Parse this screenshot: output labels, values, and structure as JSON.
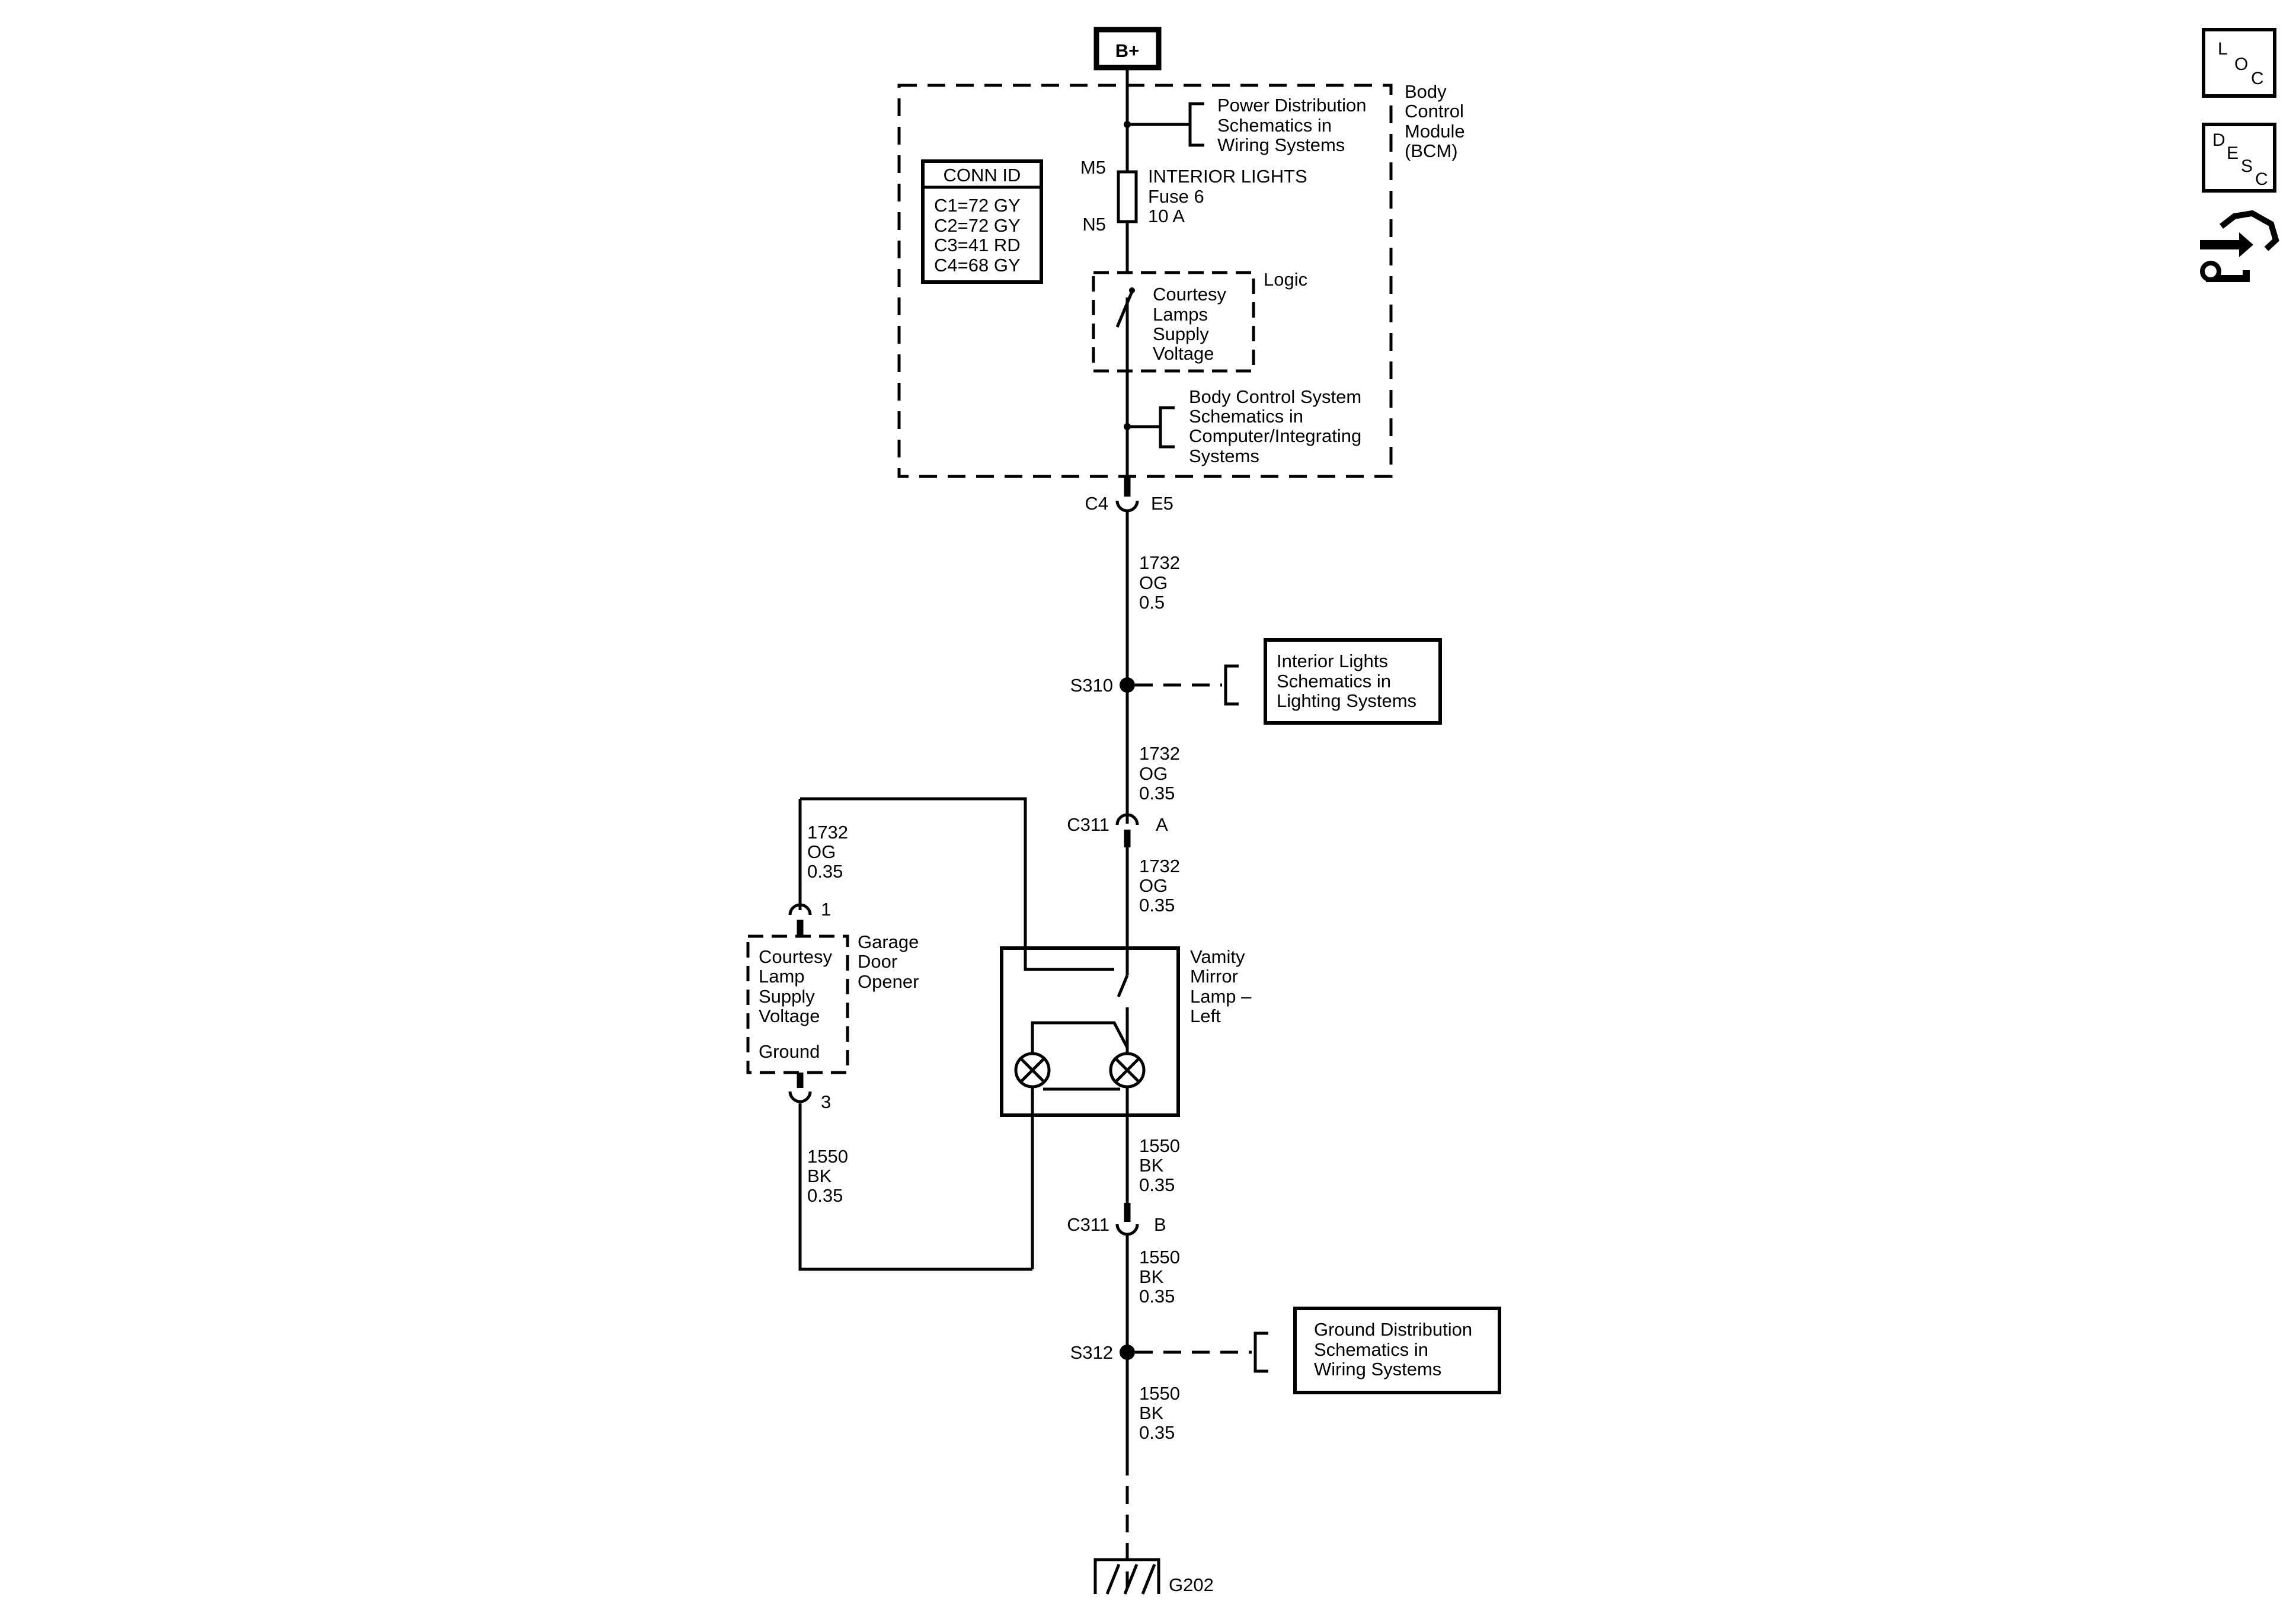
{
  "power": {
    "label": "B+"
  },
  "bcm": {
    "name_lines": [
      "Body",
      "Control",
      "Module",
      "(BCM)"
    ],
    "power_ref_lines": [
      "Power Distribution",
      "Schematics in",
      "Wiring Systems"
    ],
    "conn_id": {
      "title": "CONN ID",
      "rows": [
        "C1=72 GY",
        "C2=72 GY",
        "C3=41 RD",
        "C4=68 GY"
      ]
    },
    "fuse": {
      "pin_in": "M5",
      "pin_out": "N5",
      "lines": [
        "INTERIOR LIGHTS",
        "Fuse 6",
        "10 A"
      ]
    },
    "logic": {
      "label": "Logic",
      "lines": [
        "Courtesy",
        "Lamps",
        "Supply",
        "Voltage"
      ]
    },
    "bcs_ref_lines": [
      "Body Control System",
      "Schematics in",
      "Computer/Integrating",
      "Systems"
    ],
    "connector": {
      "left": "C4",
      "right": "E5"
    }
  },
  "wires": {
    "w1": [
      "1732",
      "OG",
      "0.5"
    ],
    "w2": [
      "1732",
      "OG",
      "0.35"
    ],
    "w3": [
      "1732",
      "OG",
      "0.35"
    ],
    "w4": [
      "1732",
      "OG",
      "0.35"
    ],
    "w5": [
      "1550",
      "BK",
      "0.35"
    ],
    "w6": [
      "1550",
      "BK",
      "0.35"
    ],
    "w7": [
      "1550",
      "BK",
      "0.35"
    ],
    "w8": [
      "1550",
      "BK",
      "0.35"
    ]
  },
  "splices": {
    "s310": {
      "label": "S310",
      "ref_lines": [
        "Interior Lights",
        "Schematics in",
        "Lighting Systems"
      ]
    },
    "s312": {
      "label": "S312",
      "ref_lines": [
        "Ground Distribution",
        "Schematics in",
        "Wiring Systems"
      ]
    }
  },
  "c311a": {
    "label": "C311",
    "pin": "A"
  },
  "c311b": {
    "label": "C311",
    "pin": "B"
  },
  "vanity": {
    "lines": [
      "Vamity",
      "Mirror",
      "Lamp –",
      "Left"
    ]
  },
  "garage": {
    "title_lines": [
      "Garage",
      "Door",
      "Opener"
    ],
    "supply_lines": [
      "Courtesy",
      "Lamp",
      "Supply",
      "Voltage"
    ],
    "ground": "Ground",
    "pin_top": "1",
    "pin_bottom": "3"
  },
  "ground": {
    "label": "G202"
  },
  "side_icons": {
    "loc": {
      "icon": "loc-icon",
      "letters": [
        "L",
        "O",
        "C"
      ]
    },
    "desc": {
      "icon": "desc-icon",
      "letters": [
        "D",
        "E",
        "S",
        "C"
      ]
    },
    "connector_icon": {
      "icon": "connector-wrench-icon"
    }
  }
}
